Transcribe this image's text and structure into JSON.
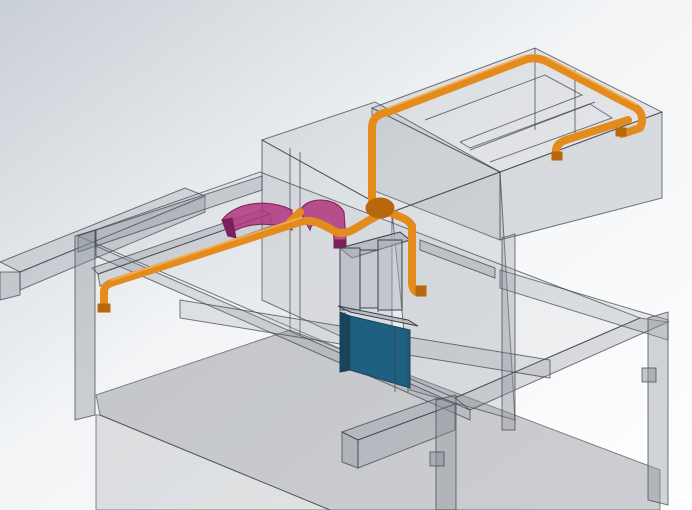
{
  "scene": {
    "kind": "3D CAD assembly view (transparent frame, ducts, equipment)",
    "colors": {
      "background_top": "#c9cfd6",
      "background_mid": "#f2f4f6",
      "background_bottom": "#ffffff",
      "frame_fill": "#8a9099",
      "frame_edge": "#3c4047",
      "floor_fill": "#6f747b",
      "duct_orange": "#e38b1c",
      "duct_orange_dark": "#b8680c",
      "flex_duct_magenta": "#b0357e",
      "flex_duct_magenta_dark": "#7d1f58",
      "unit_blue": "#1f5f7f",
      "unit_blue_dark": "#15445c",
      "unit_frame": "#aab0b8"
    },
    "components": [
      "transparent-steel-frame",
      "upper-platform",
      "orange-duct-network",
      "magenta-flex-ducts",
      "central-fan-unit",
      "blue-filter-box"
    ]
  }
}
